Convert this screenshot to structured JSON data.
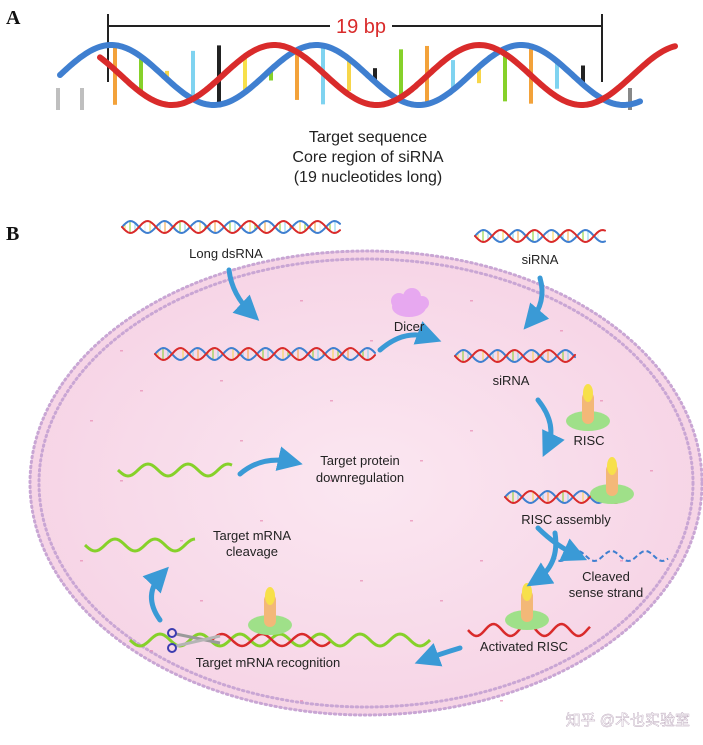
{
  "panel_a": {
    "letter": "A",
    "length_label": "19 bp",
    "caption": [
      "Target sequence",
      "Core region of siRNA",
      "(19 nucleotides long)"
    ]
  },
  "panel_b": {
    "letter": "B",
    "long_dsrna": "Long dsRNA",
    "sirna_top": "siRNA",
    "dicer": "Dicer",
    "sirna_mid": "siRNA",
    "risc": "RISC",
    "risc_assembly": "RISC assembly",
    "cleaved_sense": [
      "Cleaved",
      "sense strand"
    ],
    "activated_risc": "Activated RISC",
    "target_recognition": "Target mRNA recognition",
    "target_cleavage": [
      "Target mRNA",
      "cleavage"
    ],
    "protein_down": [
      "Target protein",
      "downregulation"
    ]
  },
  "watermark": "知乎 @术也实验室",
  "colors": {
    "strand_red": "#d92b2b",
    "strand_blue": "#3f7fd0",
    "mrna_green": "#86d12a",
    "arrow_blue": "#3a9ad6",
    "cell_fill": "#f8dcea",
    "membrane": "#c9a6d4",
    "risc_green": "#9fe089",
    "risc_orange": "#f3b878",
    "dicer_purple": "#e7a8f0"
  },
  "icons": {
    "dicer": "dicer-cloud-icon",
    "risc": "risc-complex-icon",
    "scissors": "scissors-icon"
  }
}
